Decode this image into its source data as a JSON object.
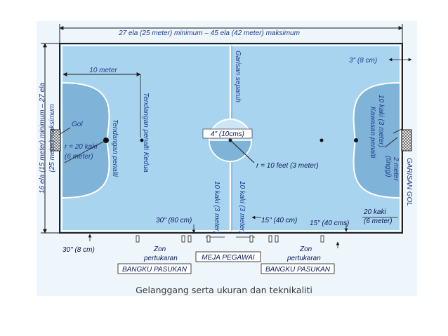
{
  "colors": {
    "court": "#a9d4ef",
    "penalty_area": "#7fb3d8",
    "line": "#ffffff",
    "dim_line": "#1a1a1a",
    "label": "#1f3c8f",
    "border": "#222222"
  },
  "labels": {
    "top_dim": "27 ela (25 meter) minimum – 45 ela (42 meter) maksimum",
    "left_dim_1": "16 ela (15 meter) minimum – 27 ela",
    "left_dim_2": "(25 meter) maksimum",
    "ten_meter": "10 meter",
    "gol": "Gol",
    "radius_left_1": "r = 20 kaki",
    "radius_left_2": "(6 meter)",
    "penalty_spot": "Tendangan penalti",
    "second_penalty": "Tendangan penalti Kedua",
    "halfway_line": "Garisan separuh",
    "centre_mark": "4\" (10cms)",
    "centre_radius": "r = 10 feet (3 meter)",
    "corner_mark_top": "3\" (8 cm)",
    "goal_width_1": "10 kaki (3 meter)",
    "goal_width_2": "Kawasan penalti",
    "goal_height_1": "(tinggi)",
    "goal_height_2": "2 meter",
    "goal_line": "GARISAN GOL",
    "radius_right_1": "20 kaki",
    "radius_right_2": "(6 meter)",
    "bottom_80cm": "30\" (80 cm)",
    "sub_zone_width_left": "10 kaki (3 meter)",
    "sub_zone_width_right": "10 kaki (3 meter)",
    "bottom_40cm_1": "15\" (40 cm)",
    "bottom_40cm_2": "15\" (40 cms)",
    "bottom_left_8cm": "30\" (8 cm)",
    "zone_left_1": "Zon",
    "zone_left_2": "pertukaran",
    "zone_right_1": "Zon",
    "zone_right_2": "pertukaran",
    "officials_table": "MEJA PEGAWAI",
    "bench_left": "BANGKU PASUKAN",
    "bench_right": "BANGKU PASUKAN"
  },
  "caption": "Gelanggang serta ukuran dan teknikaliti"
}
